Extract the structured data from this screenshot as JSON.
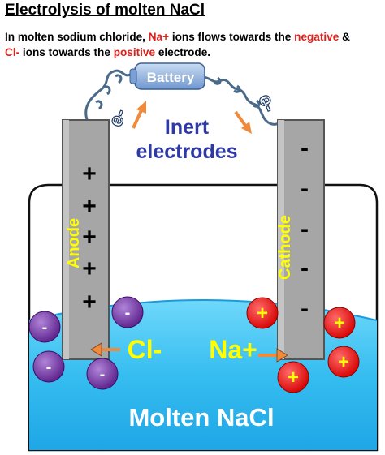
{
  "title": "Electrolysis of molten NaCl",
  "description": {
    "line1_a": "In molten sodium chloride, ",
    "line1_na": "Na+",
    "line1_b": " ions flows towards the ",
    "line1_neg": "negative",
    "line1_c": " &",
    "line2_cl": "Cl-",
    "line2_a": " ions towards the ",
    "line2_pos": "positive",
    "line2_b": " electrode."
  },
  "labels": {
    "battery": "Battery",
    "inert_line1": "Inert",
    "inert_line2": "electrodes",
    "anode": "Anode",
    "cathode": "Cathode",
    "cl_ion": "Cl-",
    "na_ion": "Na+",
    "electrolyte": "Molten NaCl",
    "electron_left": "e-",
    "electron_right": "e-",
    "plus_sign": "+",
    "minus_sign": "-"
  },
  "colors": {
    "electrode": "#a6a6a6",
    "liquid": "#40c4f2",
    "liquid_dark": "#1a9be0",
    "negative_ion": "#7030a0",
    "positive_ion": "#ff0000",
    "arrow": "#f08a3c",
    "label_blue": "#2f3aa6",
    "label_yellow": "#ffff00",
    "battery": "#8fb4e3"
  }
}
